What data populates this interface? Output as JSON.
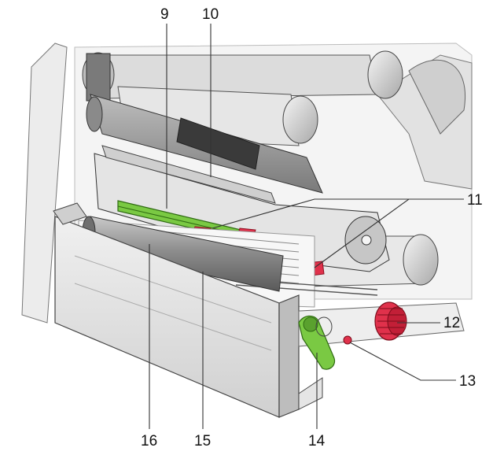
{
  "callouts": {
    "c9": "9",
    "c10": "10",
    "c11": "11",
    "c12": "12",
    "c13": "13",
    "c14": "14",
    "c15": "15",
    "c16": "16"
  },
  "colors": {
    "housing": "#d9d9d9",
    "housing_dark": "#8c8c8c",
    "roller": "#9a9a9a",
    "green_part": "#7ac943",
    "red_part": "#e0314b",
    "line": "#333333"
  }
}
